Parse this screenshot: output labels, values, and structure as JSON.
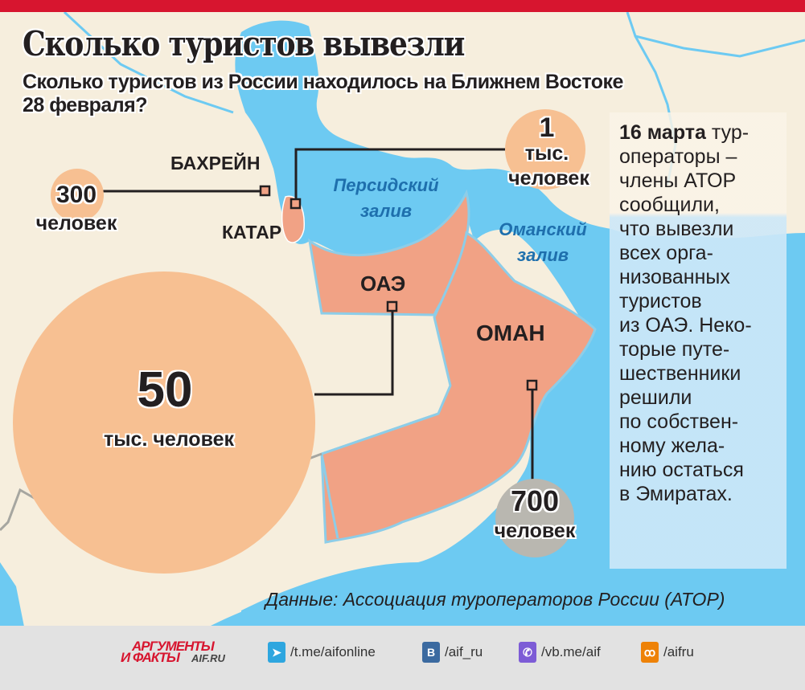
{
  "header": {
    "title": "Сколько туристов вывезли",
    "subtitle_line1": "Сколько туристов из России находилось на Ближнем Востоке",
    "subtitle_line2": "28 февраля?"
  },
  "countries": {
    "bahrain": "БАХРЕЙН",
    "qatar": "КАТАР",
    "uae": "ОАЭ",
    "oman": "ОМАН"
  },
  "seas": {
    "persian_gulf_1": "Персидский",
    "persian_gulf_2": "залив",
    "gulf_of_oman_1": "Оманский",
    "gulf_of_oman_2": "залив"
  },
  "bubbles": {
    "bahrain": {
      "value": "300",
      "unit": "человек"
    },
    "qatar": {
      "value": "1",
      "unit1": "тыс.",
      "unit2": "человек"
    },
    "uae": {
      "value": "50",
      "unit": "тыс. человек"
    },
    "oman": {
      "value": "700",
      "unit": "человек"
    }
  },
  "note": {
    "date": "16 марта",
    "text": "тур-операторы – члены АТОР сообщили, что вывезли всех орга-низованных туристов из ОАЭ. Неко-торые путе-шественники решили по собствен-ному жела-нию остаться в Эмиратах.",
    "lines": [
      "операторы –",
      "члены АТОР",
      "сообщили,",
      "что вывезли",
      "всех орга-",
      "низованных",
      "туристов",
      "из ОАЭ. Неко-",
      "торые путе-",
      "шественники",
      "решили",
      "по собствен-",
      "ному жела-",
      "нию остаться",
      "в Эмиратах."
    ],
    "first_tail": "тур-"
  },
  "source": "Данные: Ассоциация туроператоров России (АТОР)",
  "footer": {
    "logo_line1": "АРГУМЕНТЫ",
    "logo_line2": "И ФАКТЫ",
    "logo_domain": "AIF.RU",
    "links": [
      {
        "icon": "telegram-icon",
        "label": "/t.me/aifonline",
        "color": "#2ea6df"
      },
      {
        "icon": "vk-icon",
        "label": "/aif_ru",
        "color": "#3b6aa0"
      },
      {
        "icon": "viber-icon",
        "label": "/vb.me/aif",
        "color": "#7d5cd6"
      },
      {
        "icon": "ok-icon",
        "label": "/aifru",
        "color": "#ee8208"
      }
    ]
  },
  "colors": {
    "accent_red": "#d7152f",
    "land": "#f6eedd",
    "highlight_country": "#f1a285",
    "water": "#6dcaf2",
    "bubble": "#f7c092",
    "bubble_oman": "#b9b7b0"
  },
  "chart_data": {
    "type": "map",
    "title": "Сколько туристов вывезли",
    "subtitle": "Сколько туристов из России находилось на Ближнем Востоке 28 февраля?",
    "categories": [
      "ОАЭ",
      "Катар",
      "Оман",
      "Бахрейн"
    ],
    "values": [
      50000,
      1000,
      700,
      300
    ],
    "unit": "человек",
    "source": "Данные: Ассоциация туроператоров России (АТОР)"
  }
}
